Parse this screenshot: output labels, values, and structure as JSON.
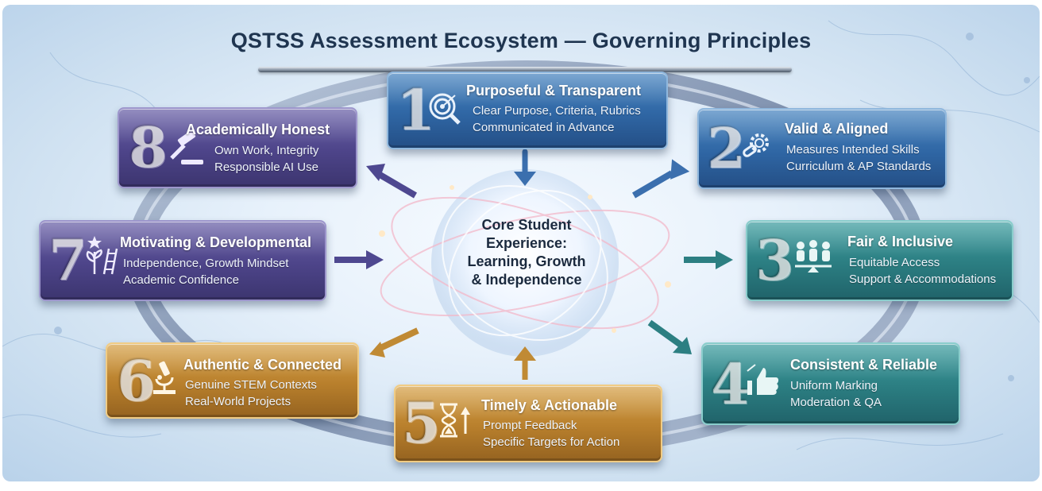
{
  "title": "QSTSS Assessment Ecosystem — Governing Principles",
  "center": {
    "lines": [
      "Core Student",
      "Experience:",
      "Learning, Growth",
      "& Independence"
    ]
  },
  "principles": [
    {
      "number": "1",
      "title": "Purposeful & Transparent",
      "lines": [
        "Clear Purpose, Criteria, Rubrics",
        "Communicated in Advance"
      ],
      "icon": "target-magnifier-icon",
      "color": "blue"
    },
    {
      "number": "2",
      "title": "Valid & Aligned",
      "lines": [
        "Measures Intended Skills",
        "Curriculum & AP Standards"
      ],
      "icon": "gear-link-icon",
      "color": "blue"
    },
    {
      "number": "3",
      "title": "Fair & Inclusive",
      "lines": [
        "Equitable Access",
        "Support & Accommodations"
      ],
      "icon": "people-scale-icon",
      "color": "teal"
    },
    {
      "number": "4",
      "title": "Consistent & Reliable",
      "lines": [
        "Uniform Marking",
        "Moderation & QA"
      ],
      "icon": "thumbs-up-chart-icon",
      "color": "teal"
    },
    {
      "number": "5",
      "title": "Timely & Actionable",
      "lines": [
        "Prompt Feedback",
        "Specific Targets for Action"
      ],
      "icon": "hourglass-icon",
      "color": "gold"
    },
    {
      "number": "6",
      "title": "Authentic & Connected",
      "lines": [
        "Genuine STEM Contexts",
        "Real-World Projects"
      ],
      "icon": "microscope-icon",
      "color": "gold"
    },
    {
      "number": "7",
      "title": "Motivating & Developmental",
      "lines": [
        "Independence, Growth Mindset",
        "Academic Confidence"
      ],
      "icon": "plant-ladder-icon",
      "color": "purple"
    },
    {
      "number": "8",
      "title": "Academically Honest",
      "lines": [
        "Own Work, Integrity",
        "Responsible AI Use"
      ],
      "icon": "gavel-icon",
      "color": "purple"
    }
  ]
}
